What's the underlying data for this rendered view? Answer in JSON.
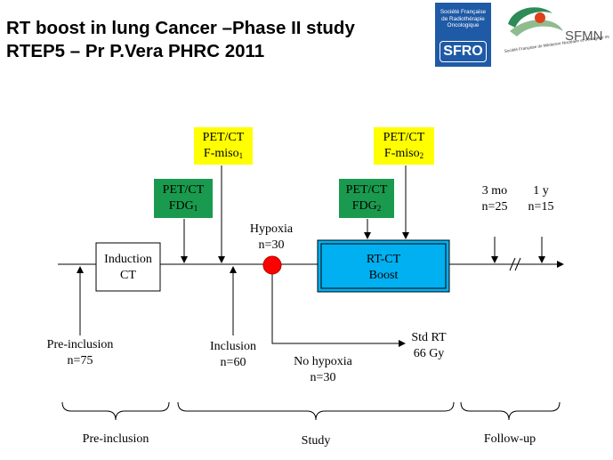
{
  "title": {
    "line1": "RT boost in lung Cancer –Phase II study",
    "line2": "RTEP5 – Pr P.Vera PHRC 2011"
  },
  "logos": {
    "sfro_text": "Société Française de Radiothérapie Oncologique",
    "sfro_brand": "SFRO",
    "sfmn_brand": "SFMN",
    "sfmn_text": "Société Française de Médecine Nucléaire et d'Imagerie moléculaire"
  },
  "scans": {
    "fmiso1": {
      "line1": "PET/CT",
      "line2": "F-miso",
      "sub": "1"
    },
    "fdg1": {
      "line1": "PET/CT",
      "line2": "FDG",
      "sub": "1"
    },
    "fmiso2": {
      "line1": "PET/CT",
      "line2": "F-miso",
      "sub": "2"
    },
    "fdg2": {
      "line1": "PET/CT",
      "line2": "FDG",
      "sub": "2"
    }
  },
  "boxes": {
    "induction": {
      "line1": "Induction",
      "line2": "CT"
    },
    "rtct": {
      "line1": "RT-CT",
      "line2": "Boost"
    }
  },
  "labels": {
    "hypoxia": {
      "line1": "Hypoxia",
      "line2": "n=30"
    },
    "no_hypoxia": {
      "line1": "No hypoxia",
      "line2": "n=30"
    },
    "std_rt": {
      "line1": "Std RT",
      "line2": "66 Gy"
    },
    "preinclusion": {
      "line1": "Pre-inclusion",
      "line2": "n=75"
    },
    "inclusion": {
      "line1": "Inclusion",
      "line2": "n=60"
    },
    "followup_3mo": {
      "line1": "3 mo",
      "line2": "n=25"
    },
    "followup_1y": {
      "line1": "1 y",
      "line2": "n=15"
    }
  },
  "phases": [
    "Pre-inclusion",
    "Study",
    "Follow-up"
  ],
  "colors": {
    "fmiso_box": "#ffff00",
    "fdg_box": "#1a9a4e",
    "boost_box": "#00b0f0",
    "hypoxia_dot": "#ff0000",
    "sfro_logo": "#1f5aa6"
  }
}
